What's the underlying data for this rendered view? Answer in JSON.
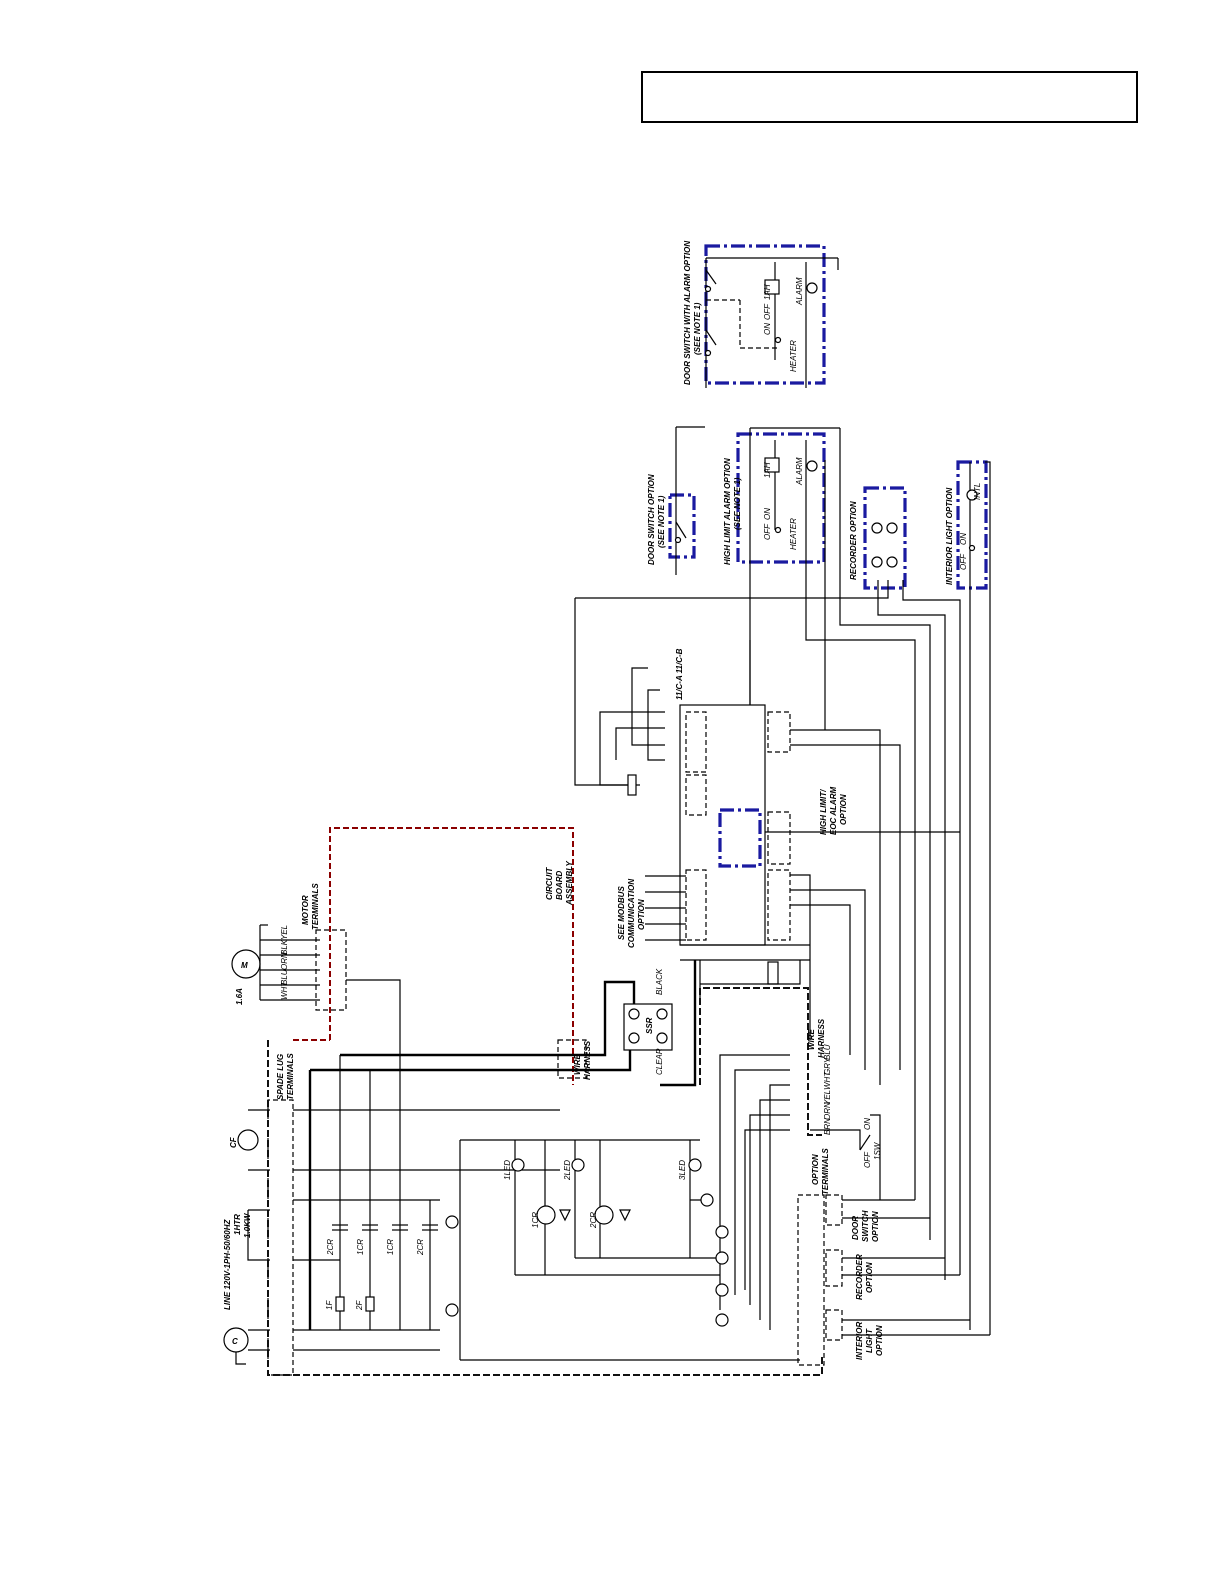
{
  "header": {
    "title": ""
  },
  "labels": {
    "door_alarm_title": "DOOR SWITCH WITH ALARM OPTION",
    "door_alarm_note": "(SEE NOTE 1)",
    "door_title": "DOOR SWITCH OPTION",
    "door_note": "(SEE NOTE 1)",
    "hl_alarm_title": "HIGH LIMIT ALARM OPTION",
    "hl_alarm_note": "(SEE NOTE 1)",
    "recorder_title": "RECORDER OPTION",
    "interior_light_title": "INTERIOR LIGHT OPTION",
    "line": "LINE 120V-1PH-50/60HZ",
    "heater": "1HTR",
    "heater_kw": "1.0KW",
    "spade_lug": "SPADE LUG",
    "spade_lug2": "TERMINALS",
    "motor": "MOTOR",
    "motor2": "TERMINALS",
    "motor_amps": "1.6A",
    "motor_symbol": "M",
    "cf": "CF",
    "circuit_board": "CIRCUIT",
    "circuit_board2": "BOARD",
    "circuit_board3": "ASSEMBLY",
    "wire_harness": "WIRE",
    "wire_harness2": "HARNESS",
    "ssr": "SSR",
    "black": "BLACK",
    "clear": "CLEAR",
    "modbus": "SEE MODBUS",
    "modbus2": "COMMUNICATION",
    "modbus3": "OPTION",
    "option_terminals": "OPTION",
    "option_terminals2": "TERMINALS",
    "door_switch_opt": "DOOR",
    "door_switch_opt2": "SWITCH",
    "door_switch_opt3": "OPTION",
    "recorder_opt": "RECORDER",
    "recorder_opt2": "OPTION",
    "interior_opt": "INTERIOR",
    "interior_opt2": "LIGHT",
    "interior_opt3": "OPTION",
    "hl_eoc": "HIGH LIMIT/",
    "hl_eoc2": "EOC ALARM",
    "hl_eoc3": "OPTION",
    "tc": "11/C-A 11/C-B",
    "alarm": "ALARM",
    "heater_sw": "HEATER",
    "off": "OFF",
    "on": "ON",
    "onesw": "1SW",
    "intl": "INTL",
    "ah": "1AH",
    "led1": "1LED",
    "led2": "2LED",
    "led3": "3LED",
    "cr1": "1CR",
    "cr2": "2CR",
    "f1": "1F",
    "f2": "2F"
  },
  "wire_colors": [
    "WHT",
    "BLU",
    "ORN",
    "BLK",
    "YEL"
  ],
  "harness_colors": [
    "BLU",
    "GRY",
    "WHT",
    "YEL",
    "ORN",
    "BRN"
  ],
  "accent_colors": {
    "option_border": "#1a1aa0",
    "board_border": "#8b0000"
  }
}
